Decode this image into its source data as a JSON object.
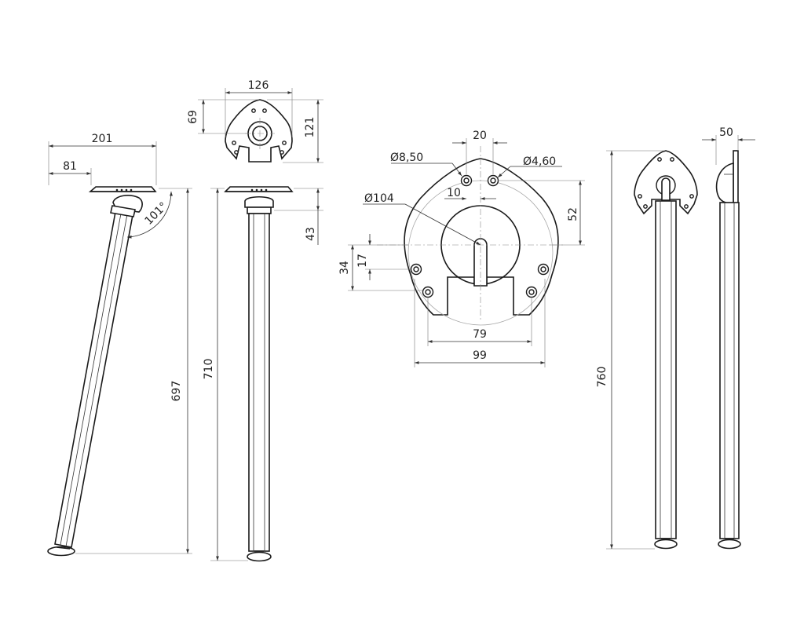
{
  "colors": {
    "line": "#1a1a1a",
    "dimension": "#333333",
    "background": "#ffffff"
  },
  "dimensions": {
    "angled_leg": {
      "overall_width": "201",
      "offset": "81",
      "angle": "101°",
      "height": "697"
    },
    "top_plate": {
      "width": "126",
      "depth": "69",
      "height": "121"
    },
    "straight_leg": {
      "mount_height": "43",
      "height": "710"
    },
    "detail": {
      "hole_large": "8,50",
      "hole_small": "4,60",
      "hole_spacing": "20",
      "center_offset": "10",
      "bolt_circle": "104",
      "vertical_offset": "52",
      "offset_34": "34",
      "offset_17": "17",
      "slot_width": "79",
      "base_width": "99"
    },
    "tall_leg": {
      "height": "760",
      "mount_depth": "50"
    }
  }
}
